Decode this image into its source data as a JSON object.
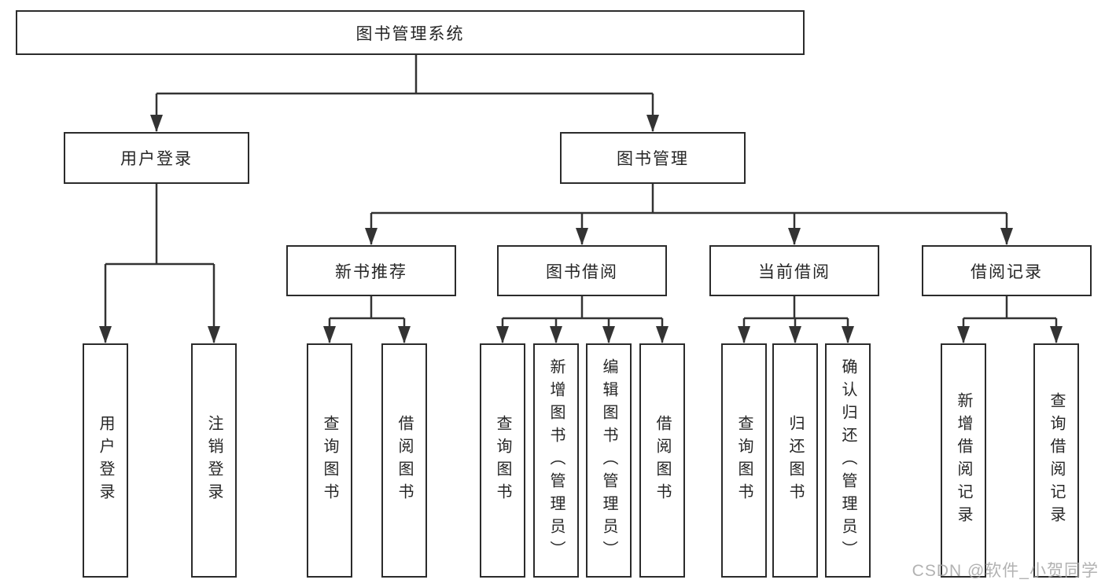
{
  "colors": {
    "line": "#333333",
    "box_border": "#2b2b2b",
    "text": "#262626",
    "watermark": "#a4a4a4",
    "background": "#ffffff"
  },
  "watermark": {
    "text": "CSDN @软件_小贺同学"
  },
  "tree": {
    "root": {
      "label": "图书管理系统"
    },
    "branches": [
      {
        "label": "用户登录",
        "children": [
          {
            "label": "用户登录"
          },
          {
            "label": "注销登录"
          }
        ]
      },
      {
        "label": "图书管理",
        "children": [
          {
            "label": "新书推荐",
            "children": [
              {
                "label": "查询图书"
              },
              {
                "label": "借阅图书"
              }
            ]
          },
          {
            "label": "图书借阅",
            "children": [
              {
                "label": "查询图书"
              },
              {
                "label": "新增图书（管理员）"
              },
              {
                "label": "编辑图书（管理员）"
              },
              {
                "label": "借阅图书"
              }
            ]
          },
          {
            "label": "当前借阅",
            "children": [
              {
                "label": "查询图书"
              },
              {
                "label": "归还图书"
              },
              {
                "label": "确认归还（管理员）"
              }
            ]
          },
          {
            "label": "借阅记录",
            "children": [
              {
                "label": "新增借阅记录"
              },
              {
                "label": "查询借阅记录"
              }
            ]
          }
        ]
      }
    ]
  }
}
